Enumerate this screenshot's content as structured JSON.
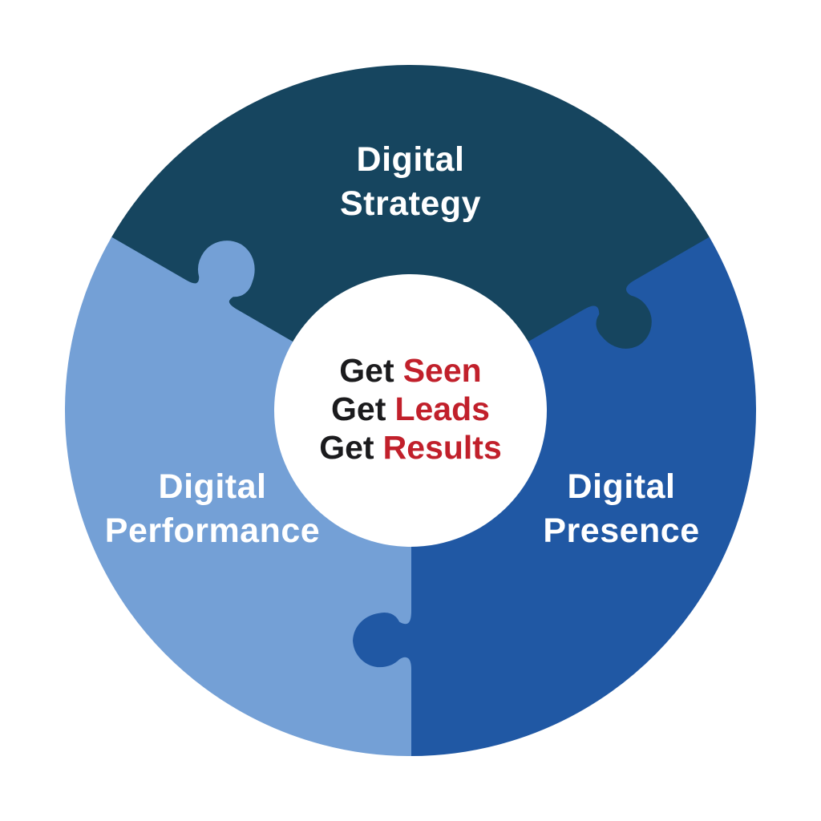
{
  "wheel": {
    "outer_ring_color": "#ffffff",
    "segments": [
      {
        "name": "Digital Strategy",
        "line1": "Digital",
        "line2": "Strategy",
        "color": "#16455f",
        "label_color": "#ffffff",
        "position": "top"
      },
      {
        "name": "Digital Presence",
        "line1": "Digital",
        "line2": "Presence",
        "color": "#2058a4",
        "label_color": "#ffffff",
        "position": "right"
      },
      {
        "name": "Digital Performance",
        "line1": "Digital",
        "line2": "Performance",
        "color": "#74a0d6",
        "label_color": "#ffffff",
        "position": "left"
      }
    ],
    "center": {
      "background": "#ffffff",
      "prefix_color": "#1b1b1d",
      "highlight_color": "#c1202b",
      "lines": [
        {
          "prefix": "Get",
          "highlight": "Seen"
        },
        {
          "prefix": "Get",
          "highlight": "Leads"
        },
        {
          "prefix": "Get",
          "highlight": "Results"
        }
      ]
    }
  }
}
